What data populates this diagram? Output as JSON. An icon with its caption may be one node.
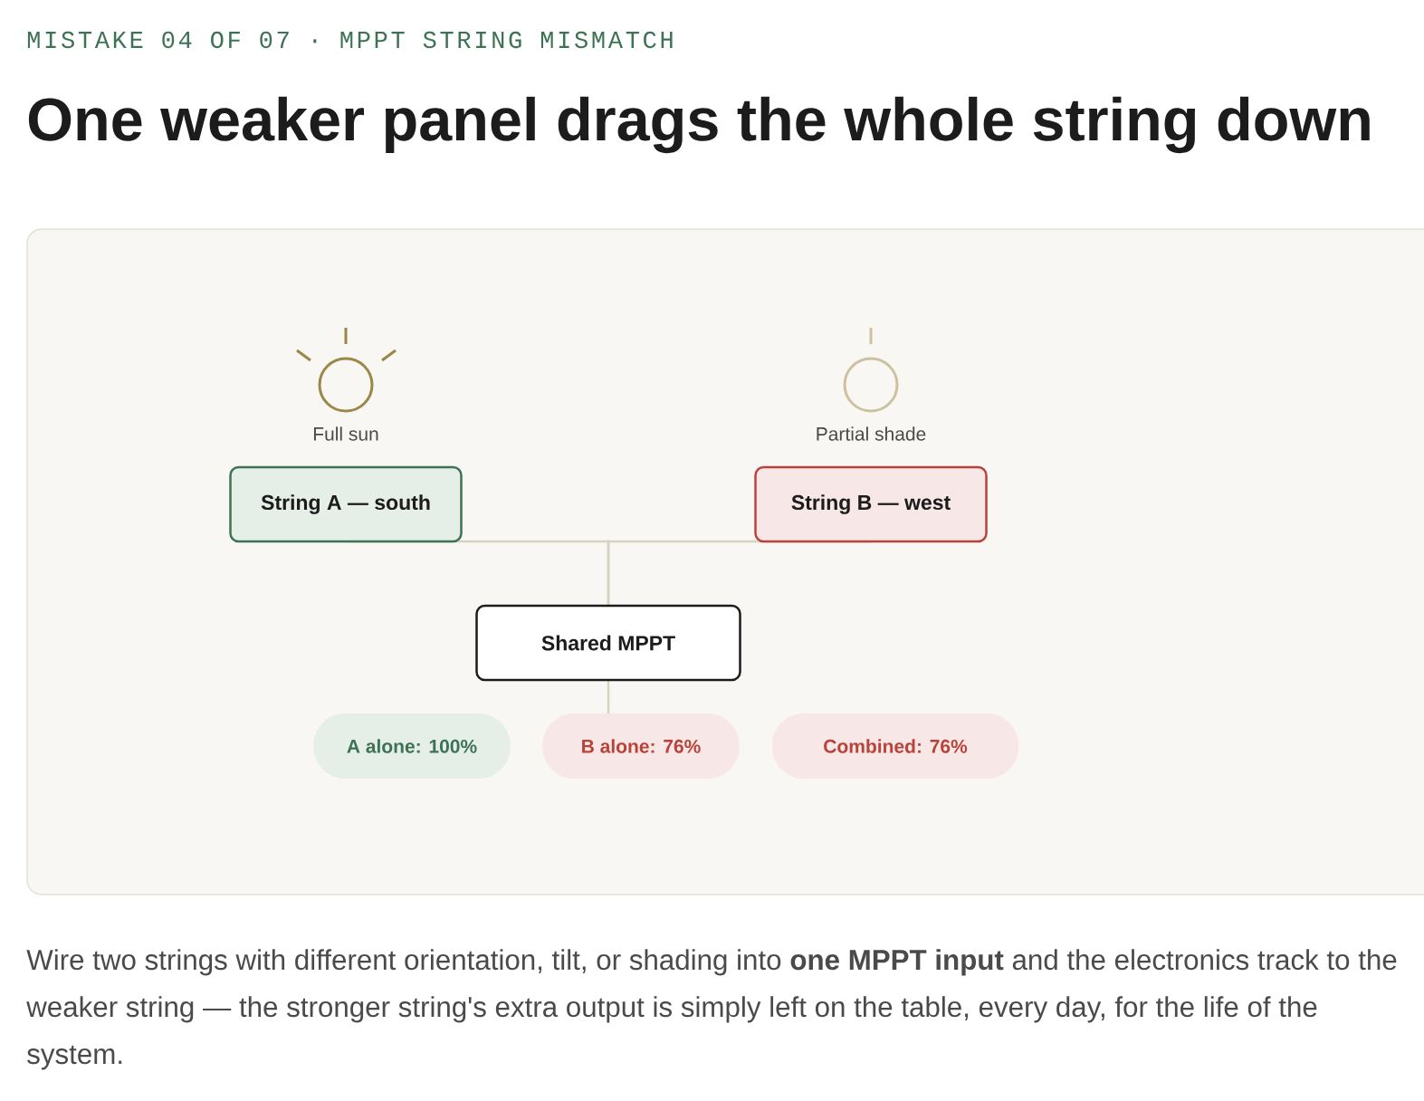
{
  "diagram": {
    "title": "One weaker panel drags the whole string down",
    "caption": "Wire two strings with different orientation, tilt, or shading into **one MPPT input** and the electronics track to the weaker string — the stronger string's extra output is simply left on the table, every day, for the life of the system.",
    "nodes": [
      {
        "text": [
          "String A — south"
        ],
        "beside": [
          "Full sun"
        ]
      },
      {
        "text": [
          "String B — west"
        ],
        "beside": [
          "Partial shade"
        ]
      },
      {
        "text": [
          "Shared MPPT"
        ]
      },
      {
        "text": [
          "A alone: 100%"
        ]
      },
      {
        "text": [
          "B alone: 76%"
        ]
      },
      {
        "text": [
          "Combined: 76%"
        ]
      }
    ],
    "edges": [
      {
        "from": 0,
        "to": 2,
        "arrow": "none"
      },
      {
        "from": 1,
        "to": 2,
        "arrow": "none"
      },
      {
        "from": 2,
        "to": 4,
        "arrow": "none"
      }
    ],
    "labels": [
      "MISTAKE 04 OF 07 · MPPT STRING MISMATCH"
    ]
  }
}
